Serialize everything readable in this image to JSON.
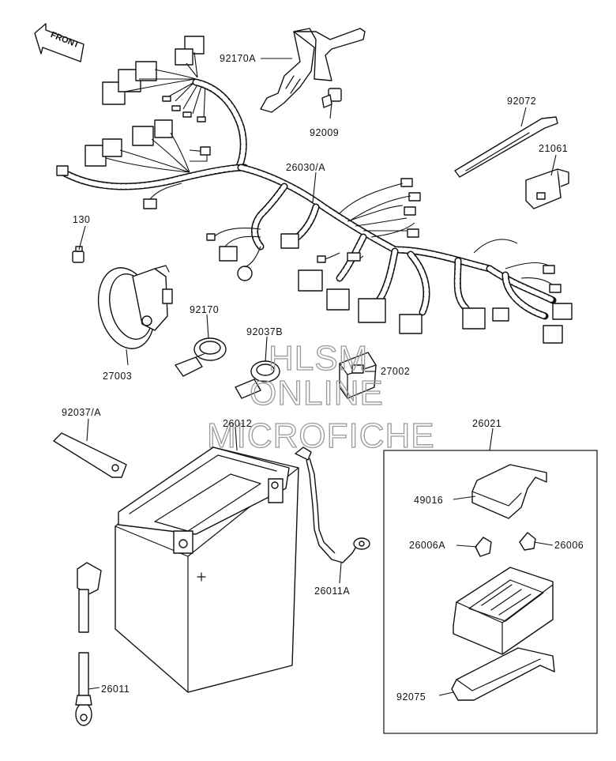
{
  "front_arrow": "FRONT",
  "watermark": {
    "line1": "HLSM",
    "line2": "ONLINE",
    "line3": "MICROFICHE"
  },
  "callouts": {
    "p92170A": "92170A",
    "p92009": "92009",
    "p92072": "92072",
    "p21061": "21061",
    "p26030A": "26030/A",
    "p130": "130",
    "p92170": "92170",
    "p27003": "27003",
    "p92037B": "92037B",
    "p27002": "27002",
    "p92037A": "92037/A",
    "p26012": "26012",
    "p26021": "26021",
    "p49016": "49016",
    "p26006A": "26006A",
    "p26006": "26006",
    "p26011A": "26011A",
    "p26011": "26011",
    "p92075": "92075"
  }
}
